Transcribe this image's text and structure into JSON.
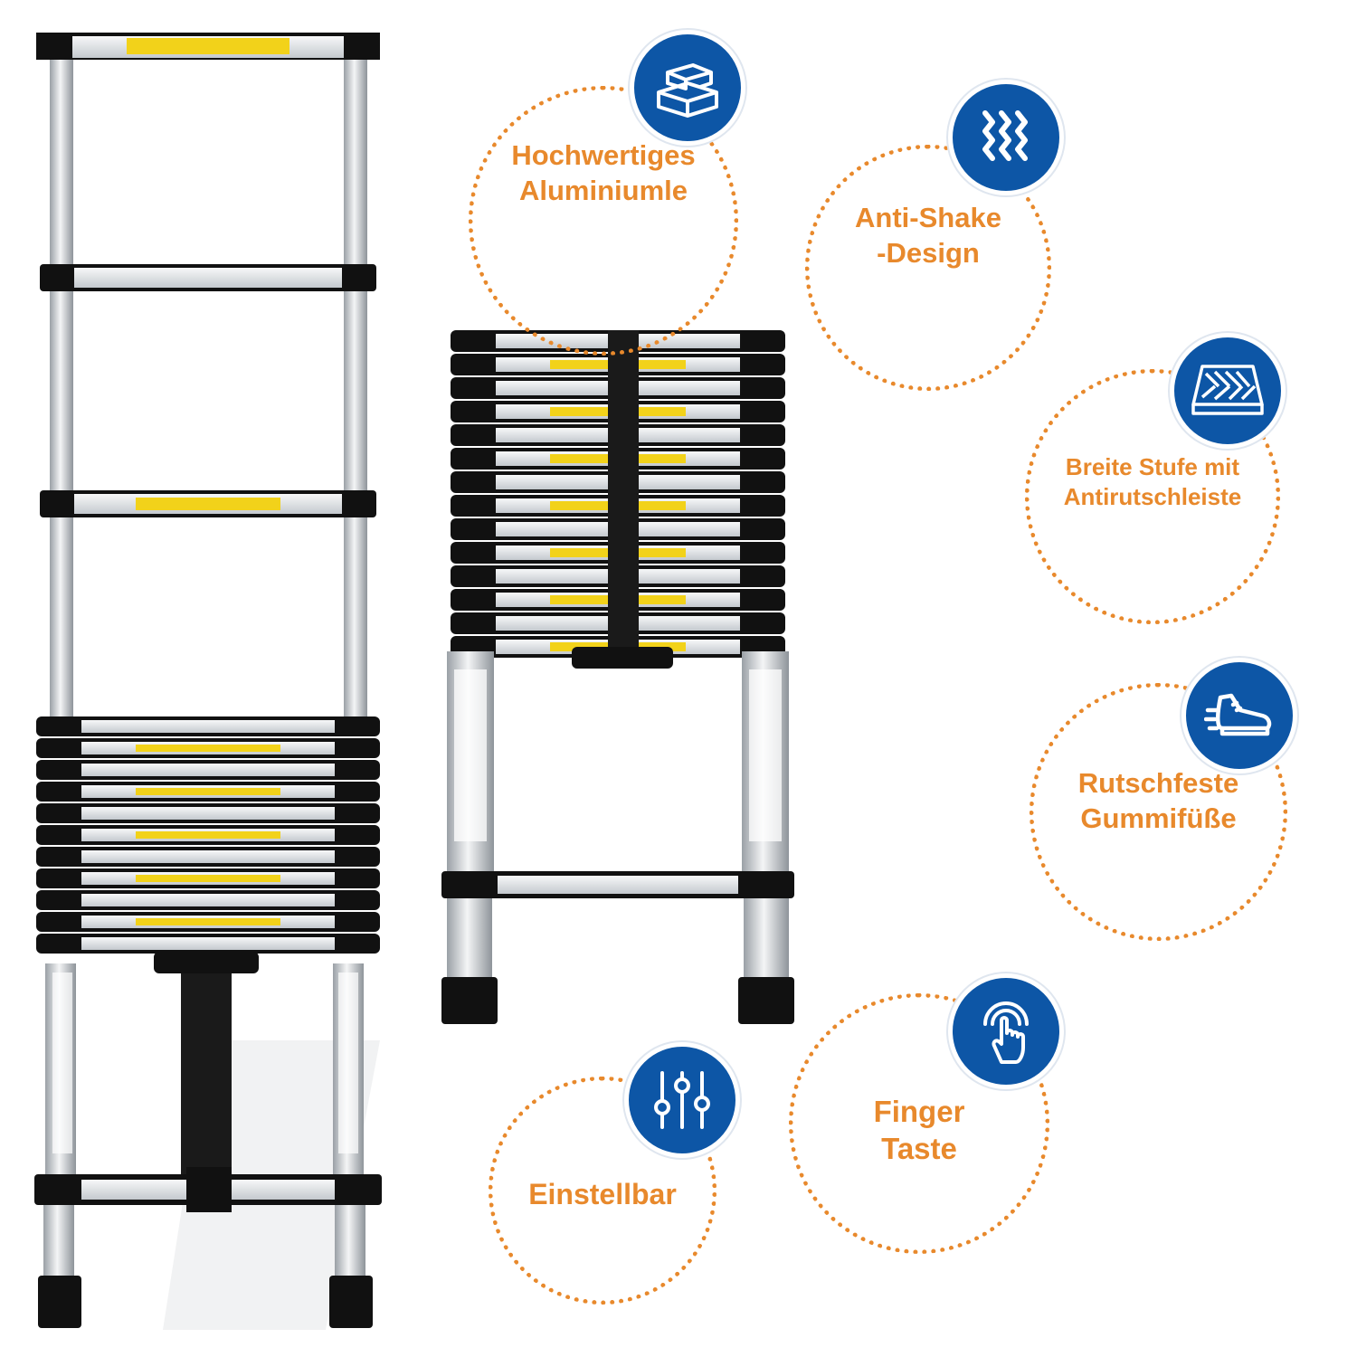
{
  "colors": {
    "accent": "#e8892c",
    "badge": "#0d56a6",
    "ladder_frame": "#111111",
    "rung": "#d9dde1",
    "warning": "#f2d21a"
  },
  "features": [
    {
      "id": "aluminium",
      "icon": "aluminium-blocks-icon",
      "lines": [
        "Hochwertiges",
        "Aluminiumle"
      ]
    },
    {
      "id": "anti-shake",
      "icon": "vibration-waves-icon",
      "lines": [
        "Anti-Shake",
        "-Design"
      ]
    },
    {
      "id": "wide-step",
      "icon": "anti-slip-step-icon",
      "lines": [
        "Breite Stufe mit",
        "Antirutschleiste"
      ]
    },
    {
      "id": "rubber-feet",
      "icon": "running-shoe-icon",
      "lines": [
        "Rutschfeste",
        "Gummifüße"
      ]
    },
    {
      "id": "adjustable",
      "icon": "adjustment-sliders-icon",
      "lines": [
        "Einstellbar"
      ]
    },
    {
      "id": "finger-button",
      "icon": "finger-touch-icon",
      "lines": [
        "Finger",
        "Taste"
      ]
    }
  ]
}
